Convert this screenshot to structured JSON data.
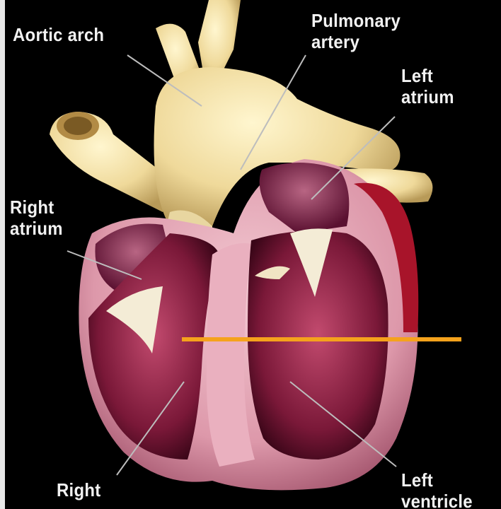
{
  "labels": {
    "aortic_arch": "Aortic arch",
    "pulmonary_artery": "Pulmonary\nartery",
    "left_atrium": "Left\natrium",
    "right_atrium": "Right\natrium",
    "right_ventricle": "Right",
    "left_ventricle": "Left\nventricle"
  },
  "colors": {
    "background": "#000000",
    "vessels": "#f3e2a4",
    "muscle": "#e7a9b8",
    "chamber_dark": "#5a0f2a",
    "marker": "#f5a21c"
  }
}
